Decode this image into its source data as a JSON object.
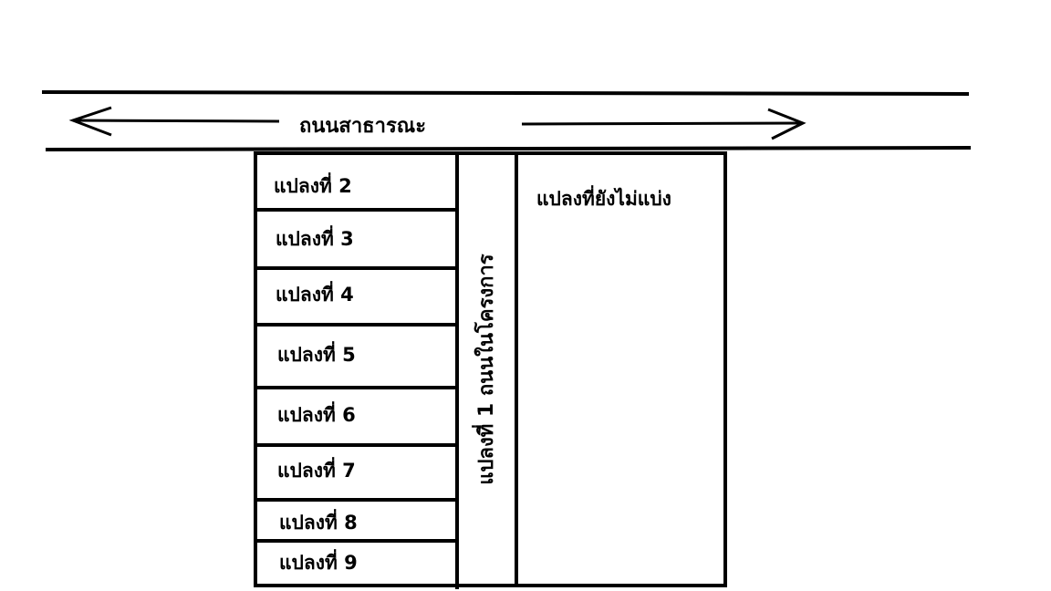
{
  "road": {
    "label": "ถนนสาธารณะ"
  },
  "plots": [
    {
      "label": "แปลงที่ 2"
    },
    {
      "label": "แปลงที่ 3"
    },
    {
      "label": "แปลงที่ 4"
    },
    {
      "label": "แปลงที่ 5"
    },
    {
      "label": "แปลงที่ 6"
    },
    {
      "label": "แปลงที่ 7"
    },
    {
      "label": "แปลงที่ 8"
    },
    {
      "label": "แปลงที่ 9"
    }
  ],
  "internal_road": {
    "label": "แปลงที่ 1 ถนนในโครงการ"
  },
  "undivided": {
    "label": "แปลงที่ยังไม่แบ่ง"
  },
  "colors": {
    "line": "#000000",
    "background": "#ffffff"
  }
}
